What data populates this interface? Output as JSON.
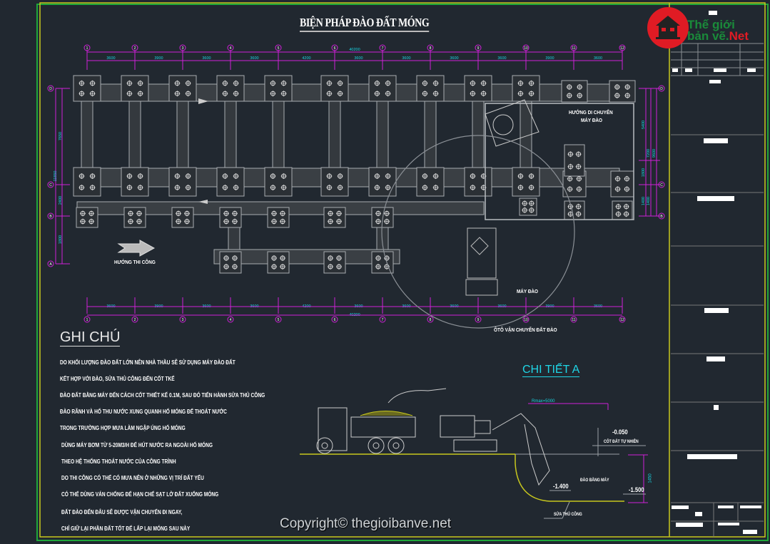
{
  "drawing": {
    "title": "BIỆN PHÁP ĐÀO ĐẤT MÓNG",
    "axis_labels_top": [
      "1",
      "2",
      "3",
      "4",
      "5",
      "6",
      "7",
      "8",
      "9",
      "10",
      "11",
      "12"
    ],
    "dims_top": [
      "3600",
      "3900",
      "3600",
      "3600",
      "4200",
      "3600",
      "3600",
      "3600",
      "3600",
      "3900",
      "3600",
      "3600"
    ],
    "dims_bottom": [
      "3600",
      "3900",
      "3600",
      "3600",
      "4200",
      "3600",
      "3600",
      "3600",
      "3600",
      "3900",
      "3600",
      "3600"
    ],
    "dim_total": "40200",
    "axis_labels_side": [
      "D",
      "C",
      "B",
      "A"
    ],
    "dims_left": [
      "7650",
      "2400",
      "1800"
    ],
    "dim_left_total": "11850",
    "dims_right": [
      "5400",
      "1800",
      "1400",
      "1400"
    ],
    "dims_right_mid": "7200",
    "dims_right_total": "9600",
    "labels": {
      "huong_thi_cong": "HƯỚNG THI CÔNG",
      "huong_di_chuyen": "HƯỚNG DI CHUYỂN",
      "may_dao_line2": "MÁY ĐÀO",
      "may_dao": "MÁY ĐÀO",
      "oto": "ÔTÔ VẬN CHUYỂN ĐẤT ĐÀO"
    }
  },
  "notes": {
    "heading": "GHI CHÚ",
    "lines": [
      "DO KHỐI LƯỢNG ĐÀO ĐẤT LỚN NÊN NHÀ THẦU SẼ SỬ DỤNG MÁY ĐÀO ĐẤT",
      "KẾT HỢP VỚI ĐÀO, SỬA THỦ CÔNG ĐẾN CỐT TKẾ",
      "ĐÀO ĐẤT BẰNG MÁY ĐẾN CÁCH CỐT THIẾT KẾ 0.1M, SAU ĐÓ TIẾN HÀNH SỬA THỦ CÔNG",
      "ĐÀO RÃNH VÀ HỐ THU NƯỚC XUNG QUANH HỐ MÓNG ĐỂ THOÁT NƯỚC",
      "TRONG TRƯỜNG HỢP MƯA LÀM NGẬP ÚNG HỐ MÓNG",
      "DÙNG MÁY BƠM TỪ 5-20M3/H ĐỂ HÚT NƯỚC RA NGOÀI HỐ MÓNG",
      "THEO HỆ THỐNG THOÁT NƯỚC CỦA CÔNG TRÌNH",
      "DO THI CÔNG CÓ THỂ CÓ MƯA NÊN Ở NHỮNG VỊ TRÍ ĐẤT YẾU",
      "CÓ THỂ DÙNG VÁN CHỐNG ĐỂ HẠN CHẾ SẠT LỞ ĐẤT XUỐNG MÓNG",
      "ĐẤT ĐÀO ĐẾN ĐÂU SẼ ĐƯỢC VẬN CHUYỂN ĐI NGAY,",
      "CHỈ GIỮ LẠI PHẦN ĐẤT TỐT ĐỂ LẤP LẠI MÓNG SAU NÀY"
    ]
  },
  "detail": {
    "heading": "CHI TIẾT A",
    "rmax": "Rmax=5000",
    "level_top": "-0.050",
    "level_top_label": "CỐT ĐẤT TỰ NHIÊN",
    "dao_bang_may": "ĐÀO BẰNG MÁY",
    "level_mid": "-1.400",
    "level_bot": "-1.500",
    "depth": "1450",
    "sua_thu_cong": "SỬA THỦ CÔNG"
  },
  "logo": {
    "line1": "Thế giới",
    "line2": "bản vẽ.",
    "net": "Net"
  },
  "copyright": "Copyright© thegioibanve.net"
}
